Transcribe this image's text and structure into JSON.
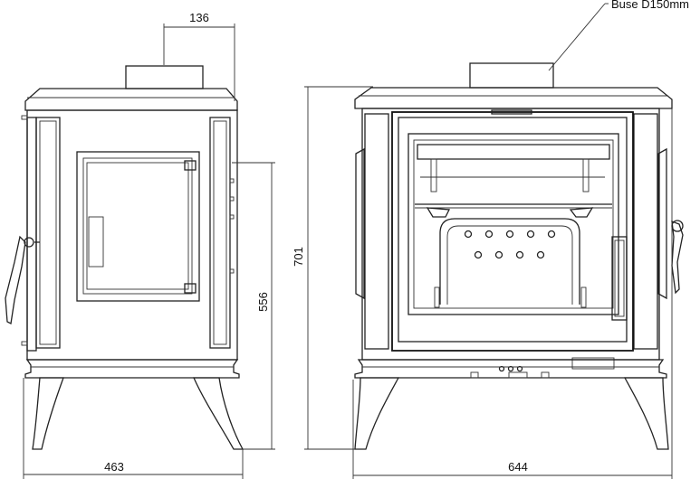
{
  "dimensions": {
    "flue_width": "136",
    "flue_label": "Buse D150mm",
    "side_height": "556",
    "total_height": "701",
    "depth": "463",
    "width": "644"
  }
}
